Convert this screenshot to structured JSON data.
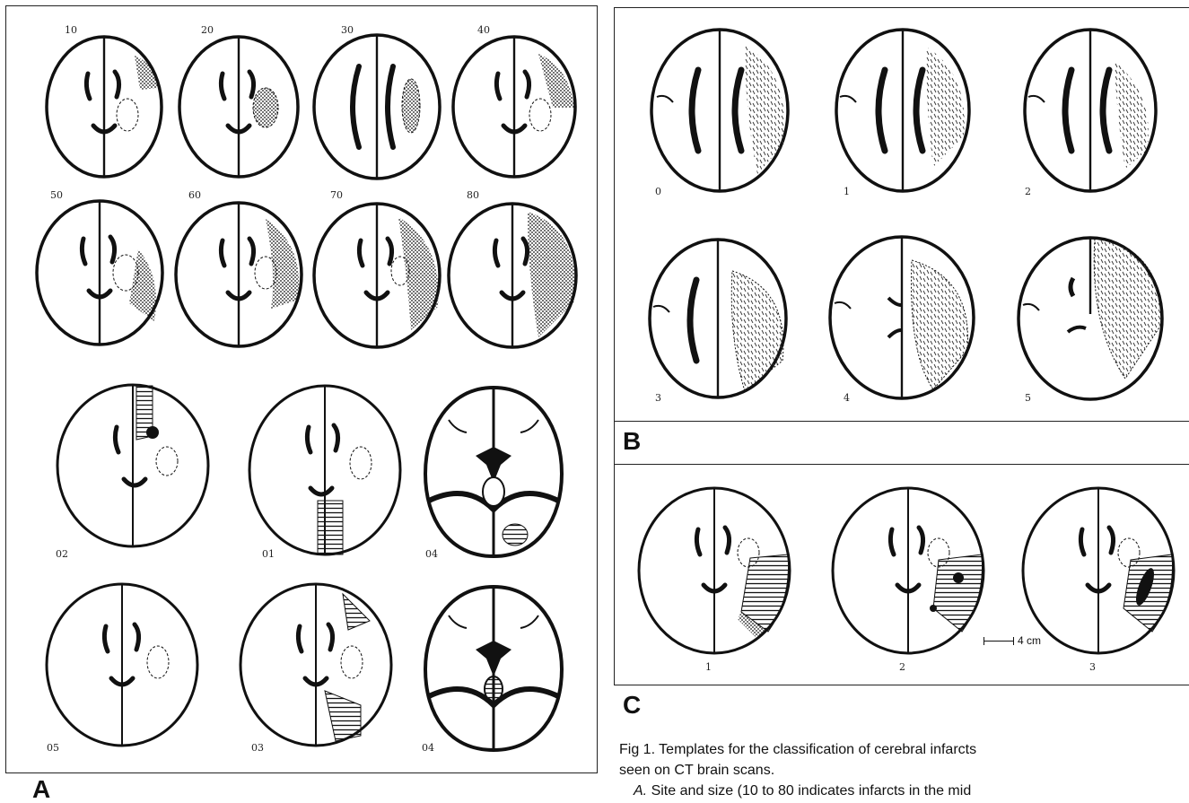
{
  "panels": {
    "a": {
      "label": "A",
      "row1": [
        "10",
        "20",
        "30",
        "40"
      ],
      "row2": [
        "50",
        "60",
        "70",
        "80"
      ],
      "row3": [
        "02",
        "01",
        "04"
      ],
      "row4": [
        "05",
        "03",
        "04"
      ]
    },
    "b": {
      "label": "B",
      "row1": [
        "0",
        "1",
        "2"
      ],
      "row2": [
        "3",
        "4",
        "5"
      ]
    },
    "c": {
      "label": "C",
      "row1": [
        "1",
        "2",
        "3"
      ],
      "scale": "4 cm"
    }
  },
  "caption": {
    "line1": "Fig 1. Templates for the classification of cerebral infarcts",
    "line2": "seen on CT brain scans.",
    "line3_em": "A.",
    "line3": "Site and size (10 to 80 indicates infarcts in the mid"
  }
}
